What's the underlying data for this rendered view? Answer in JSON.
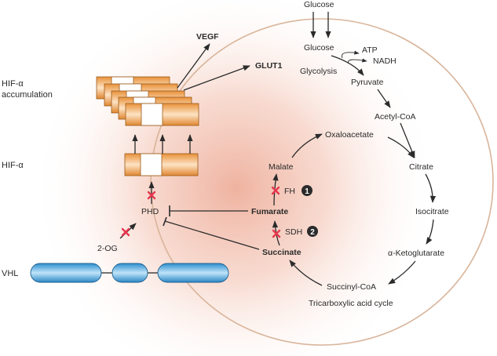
{
  "colors": {
    "membrane": "#d9b49a",
    "glow": "#eca58f",
    "hif_orange": "#e8913a",
    "hif_light": "#fde3c4",
    "vhl_blue": "#3a9ad6",
    "vhl_light": "#bfe4f8",
    "arrow": "#2b2b2b",
    "block_mark": "#e8374e",
    "badge": "#2b2b2b"
  },
  "side_labels": {
    "hif_accumulation_line1": "HIF-α",
    "hif_accumulation_line2": "accumulation",
    "hif_alpha": "HIF-α",
    "vhl": "VHL"
  },
  "targets": {
    "vegf": "VEGF",
    "glut1": "GLUT1"
  },
  "glycolysis": {
    "glucose_outside": "Glucose",
    "glucose_inside": "Glucose",
    "atp": "ATP",
    "nadh": "NADH",
    "process": "Glycolysis",
    "pyruvate": "Pyruvate",
    "acetyl_coa": "Acetyl-CoA"
  },
  "tca": {
    "title": "Tricarboxylic acid cycle",
    "metabolites": {
      "oxaloacetate": "Oxaloacetate",
      "citrate": "Citrate",
      "isocitrate": "Isocitrate",
      "alpha_ketoglutarate": "α-Ketoglutarate",
      "succinyl_coa": "Succinyl-CoA",
      "succinate": "Succinate",
      "fumarate": "Fumarate",
      "malate": "Malate"
    },
    "enzymes": [
      {
        "name": "FH",
        "badge": "1"
      },
      {
        "name": "SDH",
        "badge": "2"
      }
    ]
  },
  "regulation": {
    "phd": "PHD",
    "two_og": "2-OG"
  }
}
